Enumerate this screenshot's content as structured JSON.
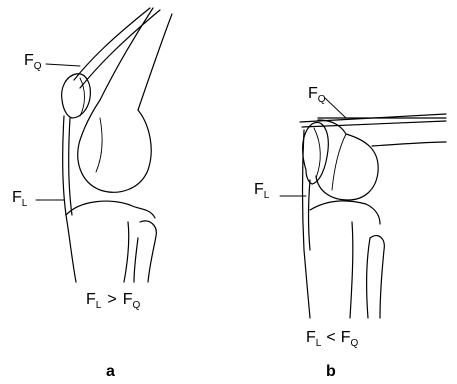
{
  "panel_a": {
    "label_fq": {
      "main": "F",
      "sub": "Q"
    },
    "label_fl": {
      "main": "F",
      "sub": "L"
    },
    "relation": {
      "left_main": "F",
      "left_sub": "L",
      "op": ">",
      "right_main": "F",
      "right_sub": "Q"
    },
    "panel_letter": "a"
  },
  "panel_b": {
    "label_fq": {
      "main": "F",
      "sub": "Q"
    },
    "label_fl": {
      "main": "F",
      "sub": "L"
    },
    "relation": {
      "left_main": "F",
      "left_sub": "L",
      "op": "<",
      "right_main": "F",
      "right_sub": "Q"
    },
    "panel_letter": "b"
  }
}
